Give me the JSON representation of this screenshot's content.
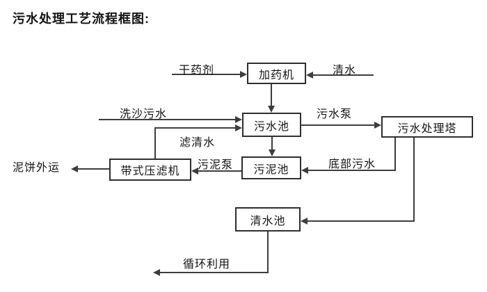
{
  "title": "污水处理工艺流程框图:",
  "nodes": {
    "dosing_machine": "加药机",
    "sewage_pool": "污水池",
    "treatment_tower": "污水处理塔",
    "sludge_pool": "污泥池",
    "belt_filter_press": "带式压滤机",
    "clear_water_pool": "清水池"
  },
  "labels": {
    "dry_chemical": "干药剂",
    "clear_water": "清水",
    "sand_washing_sewage": "洗沙污水",
    "sewage_pump": "污水泵",
    "filtered_water": "滤清水",
    "sludge_pump": "污泥泵",
    "bottom_sewage": "底部污水",
    "mud_cake_out": "泥饼外运",
    "recycling": "循环利用"
  },
  "edges": [
    {
      "from": "干药剂",
      "to": "加药机",
      "label": "干药剂"
    },
    {
      "from": "清水",
      "to": "加药机",
      "label": "清水"
    },
    {
      "from": "加药机",
      "to": "污水池",
      "label": ""
    },
    {
      "from": "洗沙污水",
      "to": "污水池",
      "label": "洗沙污水"
    },
    {
      "from": "带式压滤机",
      "to": "污水池",
      "label": "滤清水"
    },
    {
      "from": "污水池",
      "to": "污水处理塔",
      "label": "污水泵"
    },
    {
      "from": "污水池",
      "to": "污泥池",
      "label": ""
    },
    {
      "from": "污水处理塔",
      "to": "污泥池",
      "label": "底部污水"
    },
    {
      "from": "污水处理塔",
      "to": "清水池",
      "label": ""
    },
    {
      "from": "污泥池",
      "to": "带式压滤机",
      "label": "污泥泵"
    },
    {
      "from": "带式压滤机",
      "to": "泥饼外运",
      "label": "泥饼外运"
    },
    {
      "from": "清水池",
      "to": "循环利用",
      "label": "循环利用"
    }
  ],
  "colors": {
    "line": "#3d3d3d",
    "text": "#141414",
    "background": "#ffffff"
  }
}
